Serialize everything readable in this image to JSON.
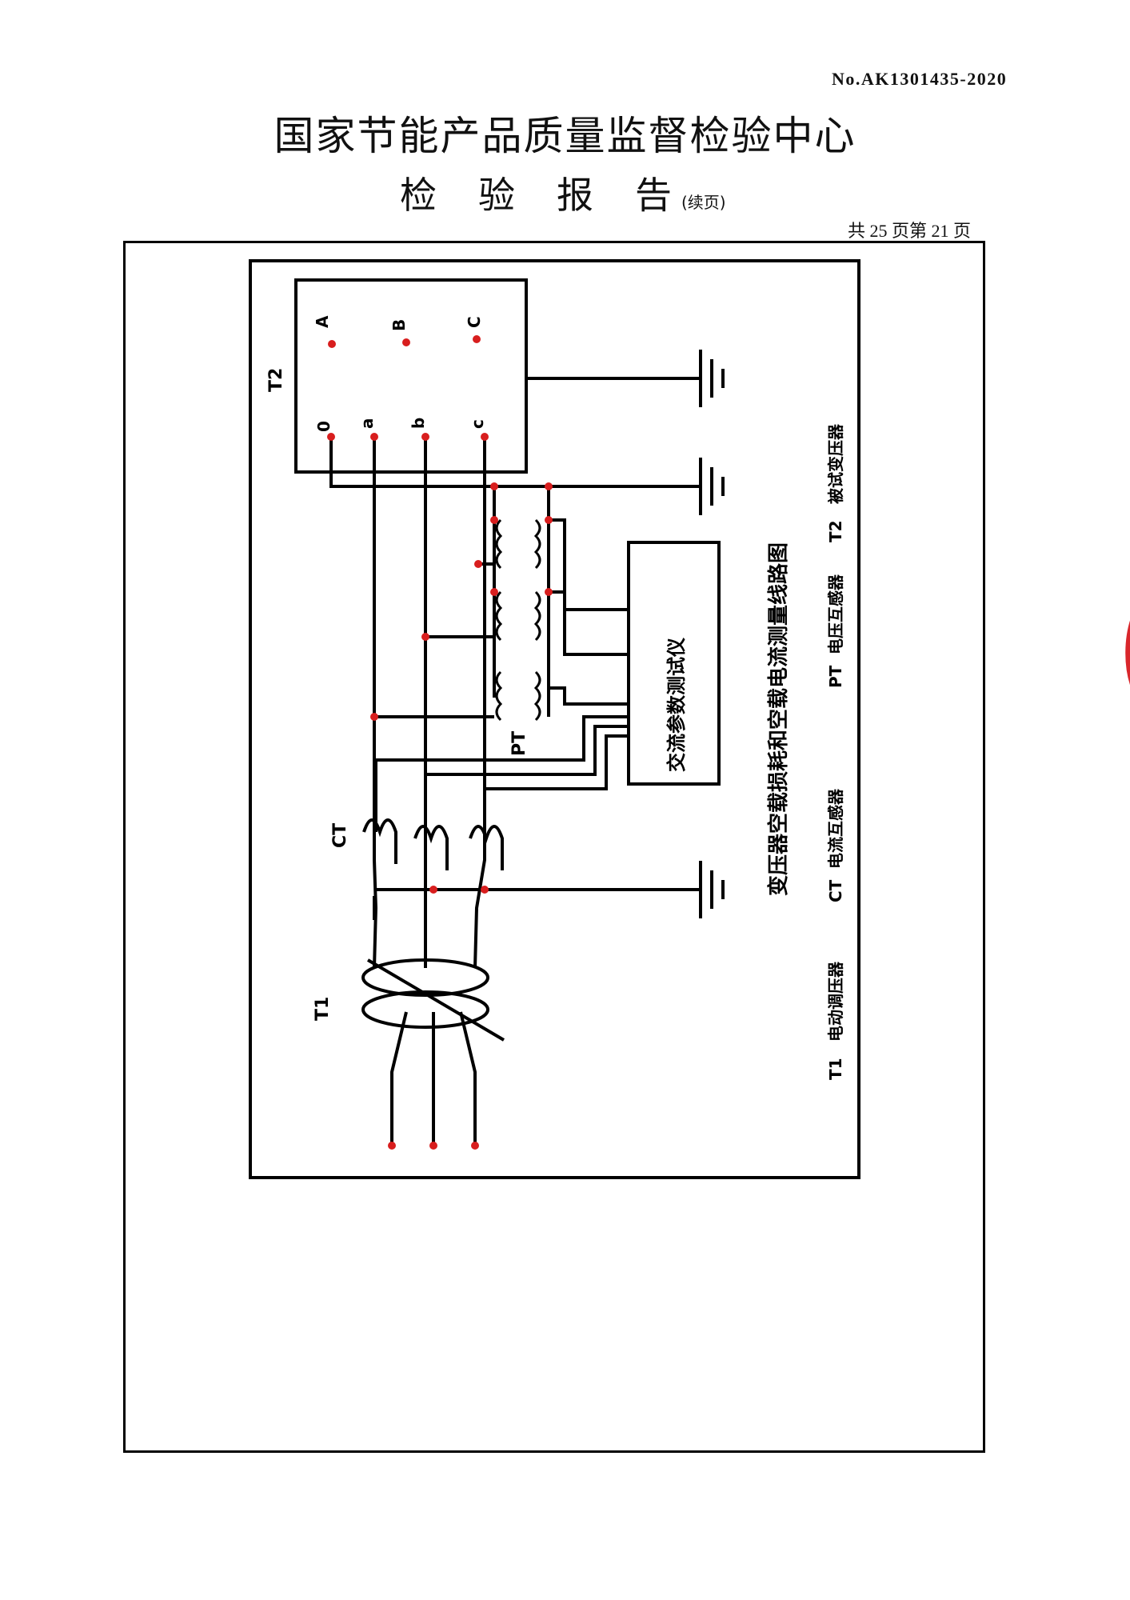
{
  "header": {
    "report_no": "No.AK1301435-2020",
    "org_title": "国家节能产品质量监督检验中心",
    "doc_title": "检验报告",
    "doc_title_suffix": "(续页)",
    "page_info": "共 25 页第 21 页"
  },
  "diagram": {
    "caption": "变压器空载损耗和空载电流测量线路图",
    "instrument_label": "交流参数测试仪",
    "t1_label": "T1",
    "t2_label": "T2",
    "ct_label": "CT",
    "pt_label": "PT",
    "hv_terminals": [
      "A",
      "B",
      "C"
    ],
    "lv_terminals": [
      "0",
      "a",
      "b",
      "c"
    ],
    "legend": [
      {
        "code": "T1",
        "desc": "电动调压器"
      },
      {
        "code": "CT",
        "desc": "电流互感器"
      },
      {
        "code": "PT",
        "desc": "电压互感器"
      },
      {
        "code": "T2",
        "desc": "被试变压器"
      }
    ],
    "colors": {
      "line": "#000000",
      "node": "#d81e1e",
      "seal": "#d9262b"
    }
  }
}
